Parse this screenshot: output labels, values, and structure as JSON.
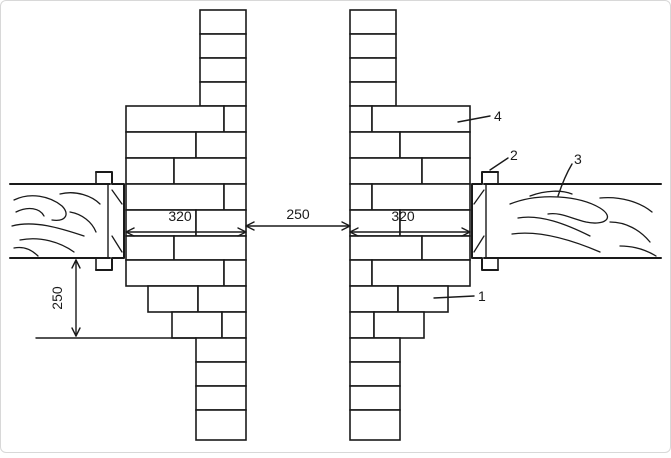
{
  "dimensions": {
    "left_wall_ledge": "320",
    "gap_between_walls": "250",
    "right_wall_ledge": "320",
    "vertical_offset": "250"
  },
  "callouts": {
    "item_1": "1",
    "item_2": "2",
    "item_3": "3",
    "item_4": "4"
  },
  "colors": {
    "ink": "#1a1a1a",
    "paper": "#ffffff"
  }
}
